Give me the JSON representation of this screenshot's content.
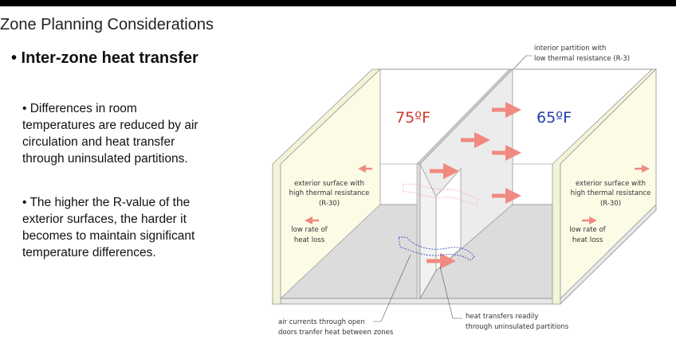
{
  "slide": {
    "title": "Zone Planning Considerations",
    "bullet": "• Inter-zone heat transfer",
    "points": [
      [
        "• Differences in room",
        "temperatures are reduced by air",
        "circulation and heat transfer",
        "through uninsulated partitions."
      ],
      [
        "• The higher the R-value of the",
        "exterior surfaces, the harder it",
        "becomes to maintain significant",
        "temperature differences."
      ]
    ]
  },
  "diagram": {
    "warm_temp": "75ºF",
    "cool_temp": "65ºF",
    "warm_color": "#d23a2e",
    "cool_color": "#1e3fae",
    "arrow_color": "#f08a80",
    "partition_label": [
      "interior partition with",
      "low thermal resistance (R-3)"
    ],
    "left_wall_label": [
      "exterior surface with",
      "high thermal resistance",
      "(R-30)"
    ],
    "left_loss_label": [
      "low rate of",
      "heat loss"
    ],
    "right_wall_label": [
      "exterior surface with",
      "high thermal resistance",
      "(R-30)"
    ],
    "right_loss_label": [
      "low rate of",
      "heat loss"
    ],
    "door_label": [
      "air currents through open",
      "doors tranfer heat between zones"
    ],
    "transfer_label": [
      "heat transfers readily",
      "through uninsulated partitions"
    ]
  }
}
